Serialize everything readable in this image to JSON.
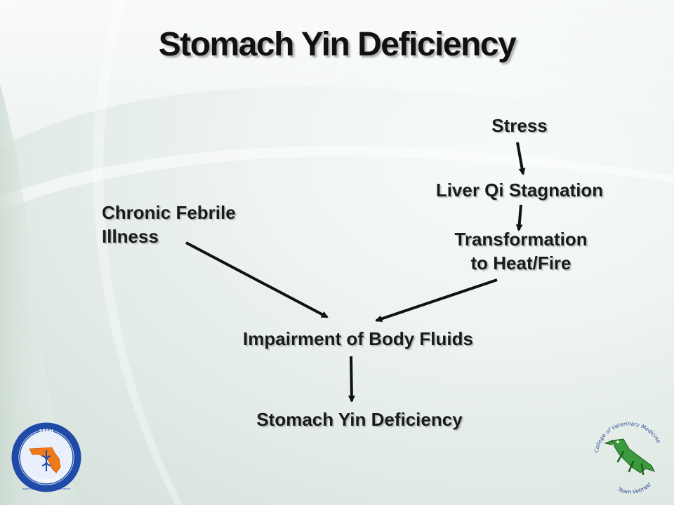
{
  "slide": {
    "title": "Stomach Yin Deficiency"
  },
  "nodes": {
    "stress": "Stress",
    "liver_qi": "Liver Qi Stagnation",
    "transformation_line1": "Transformation",
    "transformation_line2": "to Heat/Fire",
    "chronic_line1": "Chronic Febrile",
    "chronic_line2": "Illness",
    "impairment": "Impairment of Body Fluids",
    "deficiency": "Stomach Yin Deficiency"
  },
  "logos": {
    "left_top_text": "TEAM",
    "left_ring_text": "UNIVERSITY OF FLORIDA · COLLEGE OF VETERINARY MEDICINE",
    "left_bottom_text": "V E T  M E D",
    "right_top_text": "College of Veterinary Medicine",
    "right_bottom_text": "Team Vetmed"
  },
  "colors": {
    "text": "#1a1a1a",
    "arrow": "#111111",
    "seal_blue": "#1f4aa8",
    "florida_orange": "#f07a1a",
    "gator_green": "#3c9a3c"
  }
}
